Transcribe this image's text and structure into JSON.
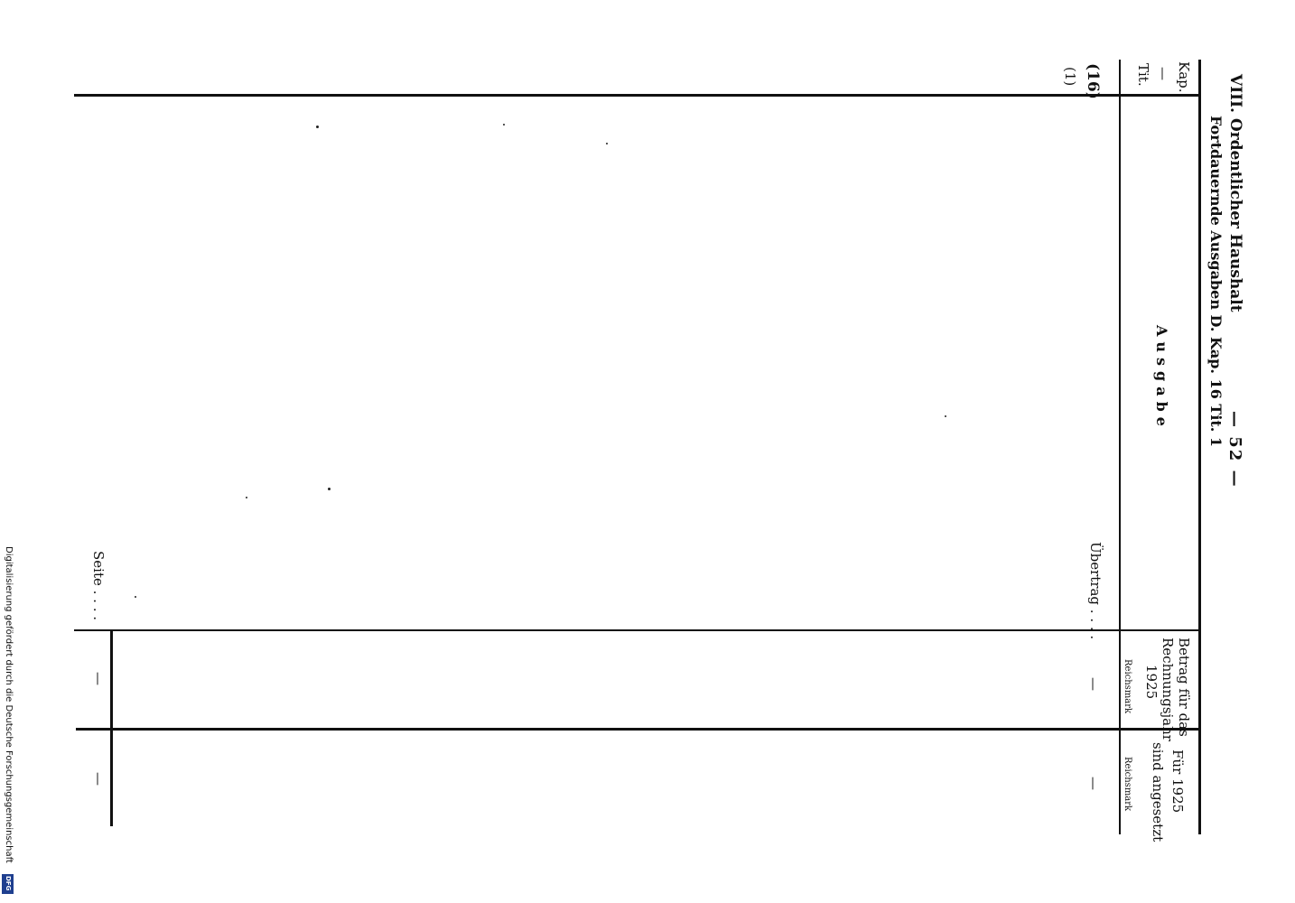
{
  "header": {
    "section": "VIII. Ordentlicher Haushalt",
    "subtitle": "Fortdauernde Ausgaben D. Kap. 16 Tit. 1",
    "page_number": "— 52 —"
  },
  "columns": {
    "kap_label": "Kap.",
    "dash": "—",
    "tit_label": "Tit.",
    "ausgabe_label": "Ausgabe",
    "betrag_label_1": "Betrag für das",
    "betrag_label_2": "Rechnungsjahr",
    "betrag_label_3": "1925",
    "betrag_unit": "Reichsmark",
    "angesetzt_label_1": "Für 1925",
    "angesetzt_label_2": "sind angesetzt",
    "angesetzt_unit": "Reichsmark"
  },
  "entries": {
    "kap_number": "(16)",
    "tit_number": "(1)",
    "uebertrag_label": "Übertrag . . . .",
    "uebertrag_betrag": "—",
    "uebertrag_angesetzt": "—",
    "seite_label": "Seite . . . .",
    "seite_betrag": "—",
    "seite_angesetzt": "—"
  },
  "footer": {
    "credit": "Digitalisierung gefördert durch die Deutsche Forschungsgemeinschaft",
    "logo": "DFG"
  }
}
